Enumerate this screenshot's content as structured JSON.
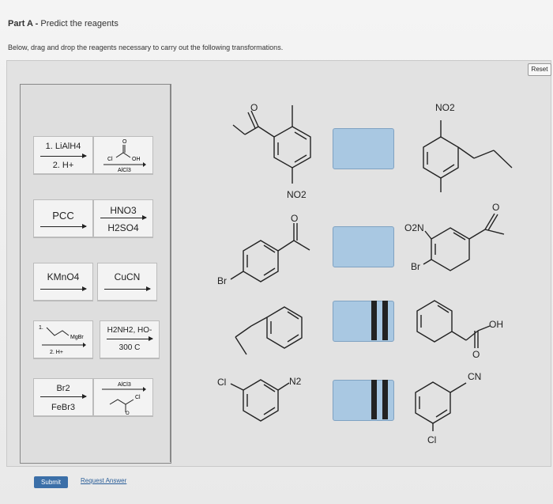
{
  "header": {
    "part": "Part A",
    "title": "Predict the reagents"
  },
  "instructions": "Below, drag and drop the reagents necessary to carry out the following transformations.",
  "reset_label": "Reset",
  "reagents": [
    {
      "id": "lialh4",
      "line1": "1. LiAlH4",
      "line2": "2. H+"
    },
    {
      "id": "acyl-chloride",
      "line1": "Cl",
      "line2": "AlCl3",
      "line3": "OH",
      "line4": "O"
    },
    {
      "id": "pcc",
      "line1": "PCC"
    },
    {
      "id": "nitration",
      "line1": "HNO3",
      "line2": "H2SO4"
    },
    {
      "id": "kmno4",
      "line1": "KMnO4"
    },
    {
      "id": "cucn",
      "line1": "CuCN"
    },
    {
      "id": "grignard",
      "line1": "1.",
      "line2": "MgBr",
      "line3": "2. H+"
    },
    {
      "id": "wolff-kishner",
      "line1": "H2NH2, HO-",
      "line2": "300 C"
    },
    {
      "id": "bromination",
      "line1": "Br2",
      "line2": "FeBr3"
    },
    {
      "id": "fc-acylation",
      "line1": "AlCl3",
      "line2": "Cl",
      "line3": "O"
    }
  ],
  "molecule_labels": {
    "no2_top": "NO2",
    "no2_bottom": "NO2",
    "o_top": "O",
    "o_mid": "O",
    "o2n": "O2N",
    "br_right": "Br",
    "br_left": "Br",
    "oh": "OH",
    "o_acid": "O",
    "cl_left": "Cl",
    "n2": "N2",
    "cn": "CN",
    "cl_bottom": "Cl",
    "o_right": "O"
  },
  "footer": {
    "submit_label": "Submit",
    "request_label": "Request Answer"
  }
}
